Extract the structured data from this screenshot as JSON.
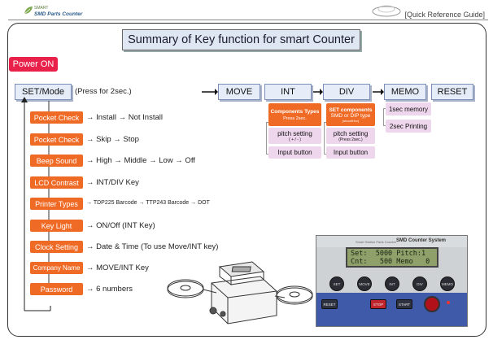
{
  "header": {
    "logo_text_top": "SMART",
    "logo_text": "SMD Parts Counter",
    "guide_label": "[Quick Reference Guide]"
  },
  "title": "Summary of Key function for smart Counter",
  "power_on": "Power ON",
  "set_mode": {
    "label": "SET/Mode",
    "note": "(Press for 2sec.)"
  },
  "top_keys": {
    "move": "MOVE",
    "int": "INT",
    "div": "DIV",
    "memo": "MEMO",
    "reset": "RESET"
  },
  "int_panel": {
    "components_title": "Components Types",
    "components_sub": "Press 2sec.",
    "pitch": "pitch setting",
    "pitch_sub": "( + / - )",
    "input": "Input button"
  },
  "div_panel": {
    "components_title": "SET components",
    "components_sub": "SMD or DIP type",
    "components_extra": "(shoot/Hcv)",
    "pitch": "pitch setting",
    "pitch_sub": "(Press 2sec.)",
    "input": "Input button"
  },
  "memo_panel": {
    "item1": "1sec memory",
    "item2": "2sec Printing"
  },
  "menu": [
    {
      "label": "Pocket Check",
      "desc": "→ Install → Not Install"
    },
    {
      "label": "Pocket Check",
      "desc": "→ Skip  →  Stop"
    },
    {
      "label": "Beep Sound",
      "desc": "→ High  → Middle  →  Low  →  Off"
    },
    {
      "label": "LCD Contrast",
      "desc": "→ INT/DIV Key"
    },
    {
      "label": "Printer Types",
      "desc": "→ TDP225 Barcode → TTP243 Barcode → DOT"
    },
    {
      "label": "Key Light",
      "desc": "→ ON/Off (INT Key)"
    },
    {
      "label": "Clock Setting",
      "desc": "→ Date & Time (To use Move/INT key)"
    },
    {
      "label": "Company Name",
      "desc": "→ MOVE/INT Key"
    },
    {
      "label": "Password",
      "desc": "→ 6 numbers"
    }
  ],
  "photo": {
    "header_small": "Smart Station Parts Counter",
    "header_brand": "SMD Counter System",
    "lcd_line1": "Set:  5000 Pitch:1",
    "lcd_line2": "Cnt:   500 Memo   0",
    "keys": [
      "SET",
      "MOVE",
      "INT",
      "DIV",
      "MEMO"
    ],
    "buttons": [
      "RESET",
      "STOP",
      "START"
    ]
  },
  "colors": {
    "orange": "#ef6a25",
    "pink": "#eed6ec",
    "power_red": "#e8204a",
    "key_blue": "#e6edf8"
  }
}
